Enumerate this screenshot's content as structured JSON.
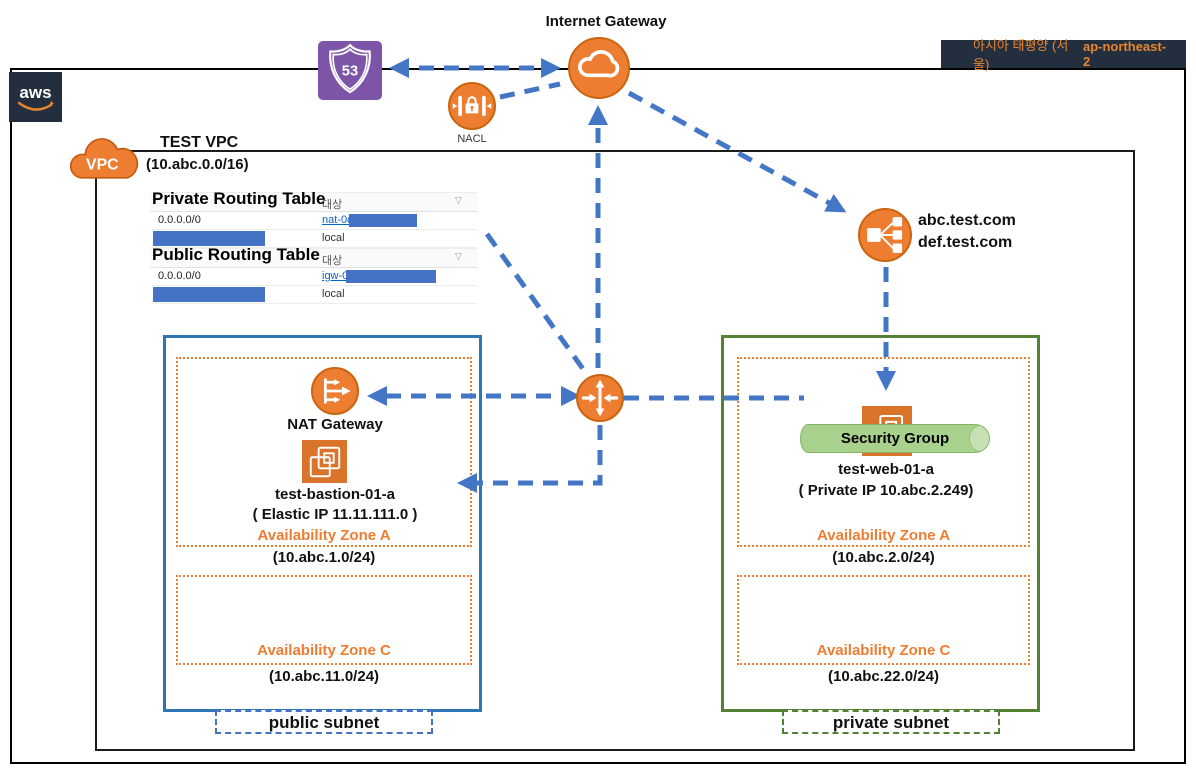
{
  "region_bar": {
    "region_name": "아시아 태평양 (서울)",
    "region_code": "ap-northeast-2"
  },
  "aws_logo_text": "aws",
  "internet_gateway": {
    "label": "Internet Gateway"
  },
  "route53": {
    "shield_text": "53"
  },
  "nacl": {
    "label": "NACL"
  },
  "dns": {
    "domain_1": "abc.test.com",
    "domain_2": "def.test.com"
  },
  "vpc": {
    "icon_text": "VPC",
    "title": "TEST VPC",
    "cidr": "(10.abc.0.0/16)"
  },
  "routing_tables": {
    "private": {
      "title": "Private Routing Table",
      "target_header": "대상",
      "row1": {
        "destination": "0.0.0.0/0",
        "target_link": "nat-0dd"
      },
      "row2": {
        "target": "local"
      }
    },
    "public": {
      "title": "Public Routing Table",
      "target_header": "대상",
      "row1": {
        "destination": "0.0.0.0/0",
        "target_link": "igw-0"
      },
      "row2": {
        "target": "local"
      }
    }
  },
  "public_subnet": {
    "label": "public subnet",
    "nat_gateway_label": "NAT Gateway",
    "bastion": {
      "name": "test-bastion-01-a",
      "ip": "( Elastic IP 11.11.111.0 )"
    },
    "zone_a": {
      "name": "Availability Zone A",
      "cidr": "(10.abc.1.0/24)"
    },
    "zone_c": {
      "name": "Availability Zone C",
      "cidr": "(10.abc.11.0/24)"
    }
  },
  "private_subnet": {
    "label": "private subnet",
    "security_group_label": "Security Group",
    "web": {
      "name": "test-web-01-a",
      "ip": "( Private IP 10.abc.2.249)"
    },
    "zone_a": {
      "name": "Availability Zone A",
      "cidr": "(10.abc.2.0/24)"
    },
    "zone_c": {
      "name": "Availability Zone C",
      "cidr": "(10.abc.22.0/24)"
    }
  },
  "icons": {
    "sort_dropdown": "▽"
  },
  "colors": {
    "arrow_blue": "#4377C6",
    "orange": "#ED7D31",
    "orange_dark": "#D9742A",
    "purple": "#7D55A8",
    "public_border": "#2E75B6",
    "private_border": "#548235",
    "security_group_fill": "#A9D18E",
    "redaction_blue": "#4472C4",
    "navbar_bg": "#232F3E",
    "navbar_text": "#E8852C",
    "link_blue": "#0563C1"
  }
}
